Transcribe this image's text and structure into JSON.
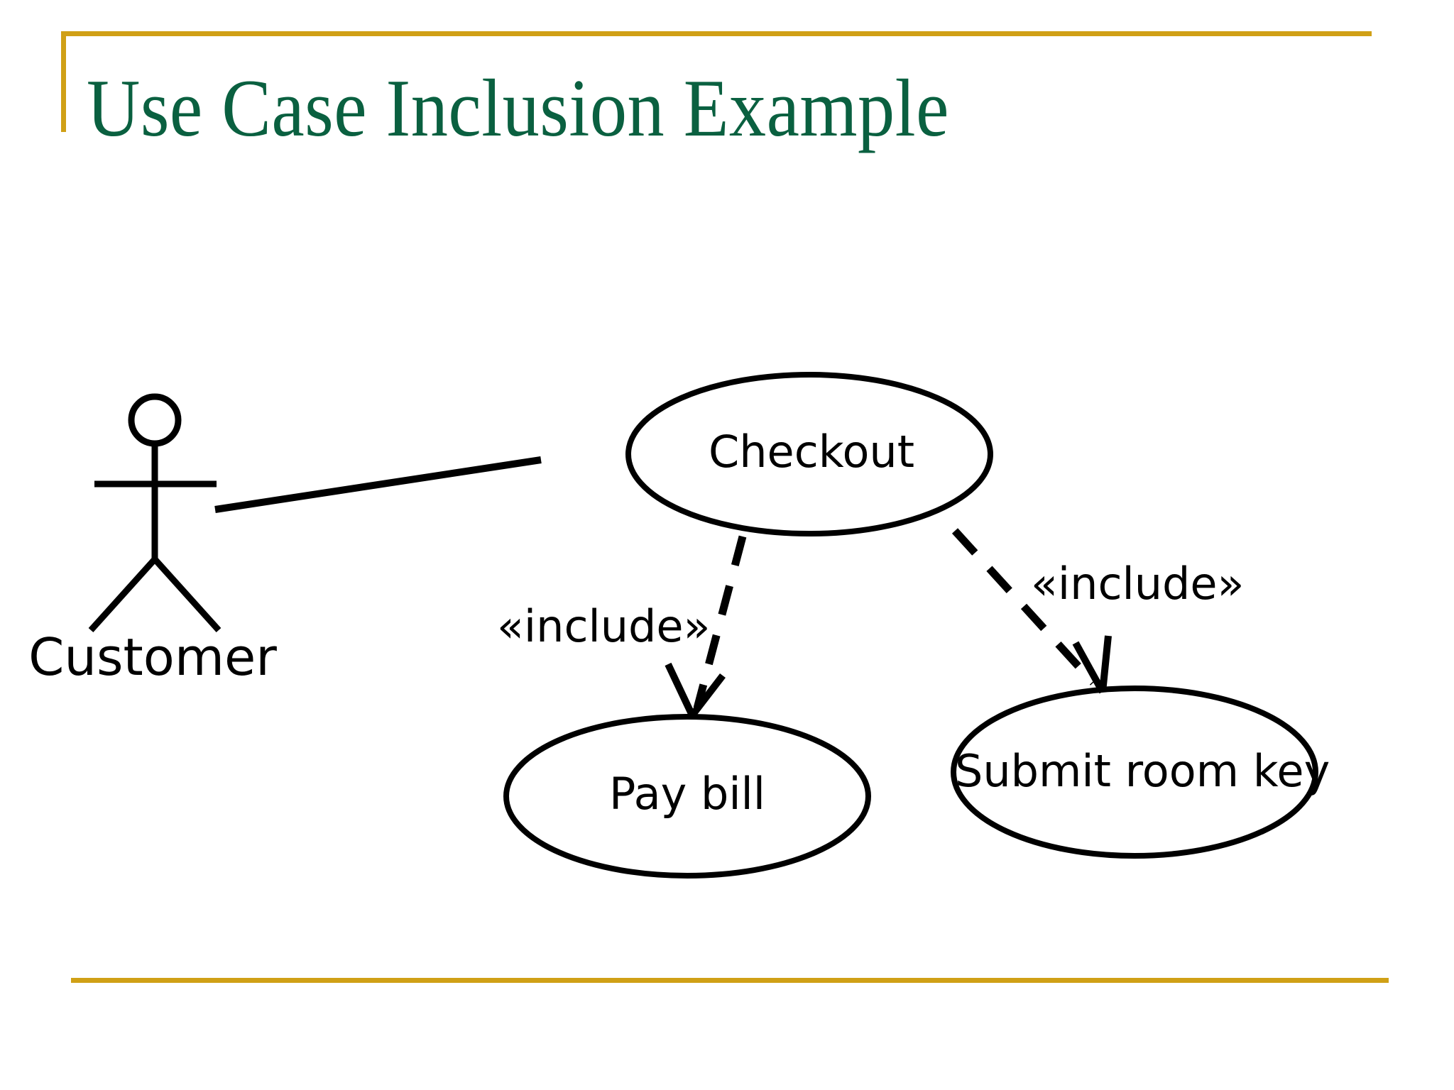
{
  "slide": {
    "title": "Use Case Inclusion Example",
    "accent_color": "#D0A016",
    "title_color": "#0A6040",
    "background_color": "#FFFFFF",
    "stroke_color": "#000000"
  },
  "diagram": {
    "type": "uml-use-case-diagram",
    "actors": [
      {
        "name": "Customer",
        "label": "Customer"
      }
    ],
    "use_cases": [
      {
        "id": "checkout",
        "label": "Checkout"
      },
      {
        "id": "pay-bill",
        "label": "Pay bill"
      },
      {
        "id": "submit-room-key",
        "label": "Submit room key"
      }
    ],
    "associations": [
      {
        "from": "Customer",
        "to": "checkout",
        "style": "solid",
        "label": ""
      }
    ],
    "dependencies": [
      {
        "from": "checkout",
        "to": "pay-bill",
        "style": "dashed",
        "arrow": "open",
        "label": "«include»"
      },
      {
        "from": "checkout",
        "to": "submit-room-key",
        "style": "dashed",
        "arrow": "open",
        "label": "«include»"
      }
    ]
  }
}
